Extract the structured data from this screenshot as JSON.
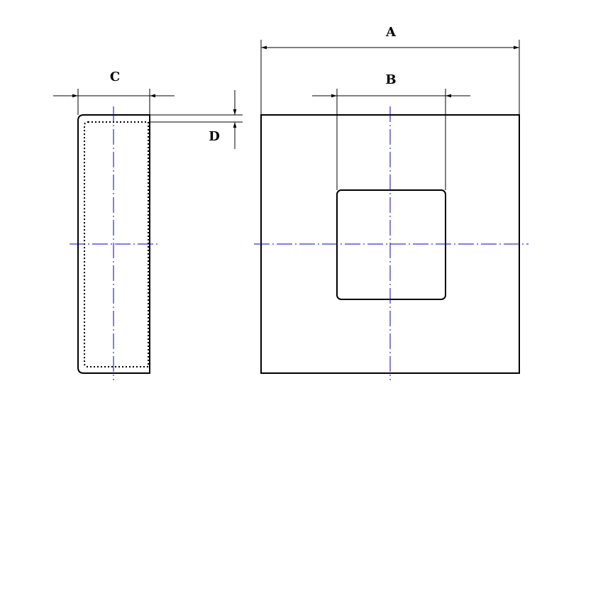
{
  "drawing": {
    "dimension_labels": {
      "A": "A",
      "B": "B",
      "C": "C",
      "D": "D"
    },
    "colors": {
      "outline": "#000000",
      "centerline": "#0000c8",
      "background": "#ffffff"
    }
  }
}
